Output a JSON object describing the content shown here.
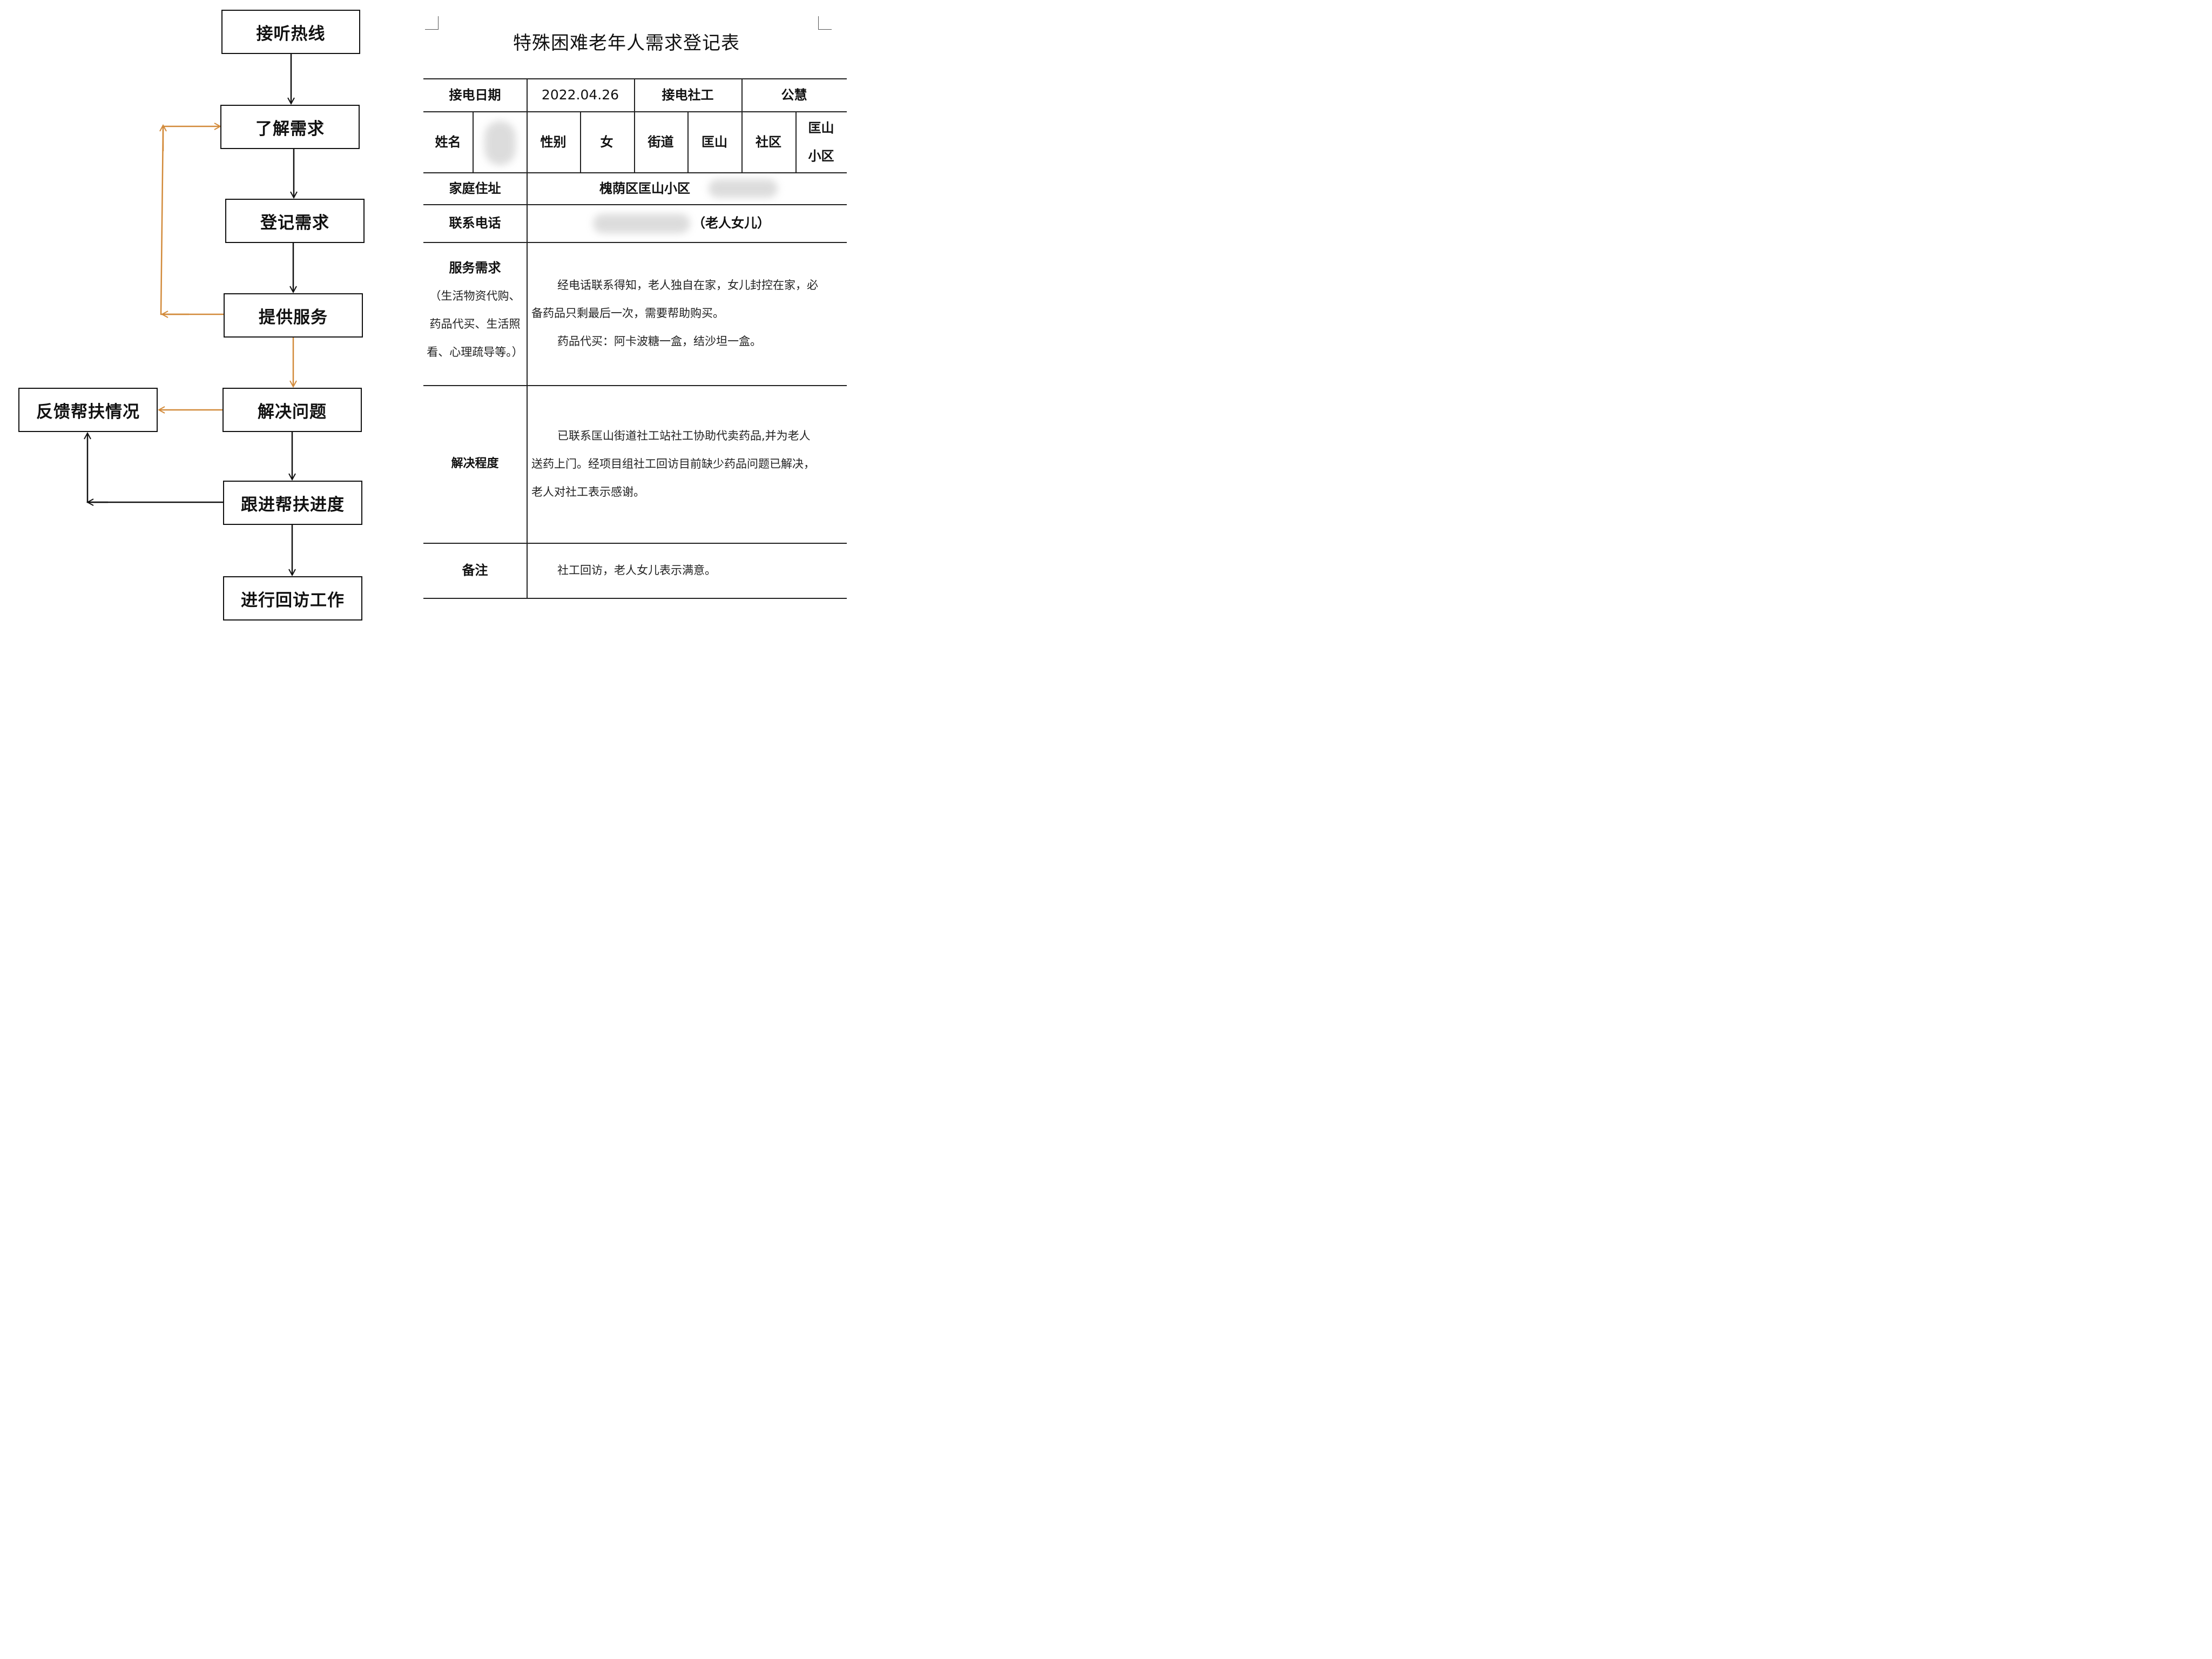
{
  "flowchart": {
    "nodes": {
      "answer_hotline": "接听热线",
      "understand_needs": "了解需求",
      "register_needs": "登记需求",
      "provide_service": "提供服务",
      "solve_problem": "解决问题",
      "feedback": "反馈帮扶情况",
      "follow_up": "跟进帮扶进度",
      "return_visit": "进行回访工作"
    },
    "colors": {
      "line": "#111111",
      "feedback_arrow": "#d28a3a"
    }
  },
  "form": {
    "title": "特殊困难老年人需求登记表",
    "row1": {
      "date_label": "接电日期",
      "date_value": "2022.04.26",
      "worker_label": "接电社工",
      "worker_value": "公慧"
    },
    "row2": {
      "name_label": "姓名",
      "gender_label": "性别",
      "gender_value": "女",
      "street_label": "街道",
      "street_value": "匡山",
      "community_label": "社区",
      "community_value_line1": "匡山",
      "community_value_line2": "小区"
    },
    "address": {
      "label": "家庭住址",
      "value": "槐荫区匡山小区"
    },
    "phone": {
      "label": "联系电话",
      "value": "（老人女儿）"
    },
    "service": {
      "label": "服务需求",
      "sub_line1": "（生活物资代购、",
      "sub_line2": "药品代买、生活照",
      "sub_line3": "看、心理疏导等。）",
      "text_line1": "经电话联系得知，老人独自在家，女儿封控在家，必",
      "text_line2": "备药品只剩最后一次，需要帮助购买。",
      "text_line3": "药品代买：阿卡波糖一盒，结沙坦一盒。"
    },
    "resolution": {
      "label": "解决程度",
      "text_line1": "已联系匡山街道社工站社工协助代卖药品,并为老人",
      "text_line2": "送药上门。经项目组社工回访目前缺少药品问题已解决，",
      "text_line3": "老人对社工表示感谢。"
    },
    "remarks": {
      "label": "备注",
      "text": "社工回访，老人女儿表示满意。"
    }
  }
}
